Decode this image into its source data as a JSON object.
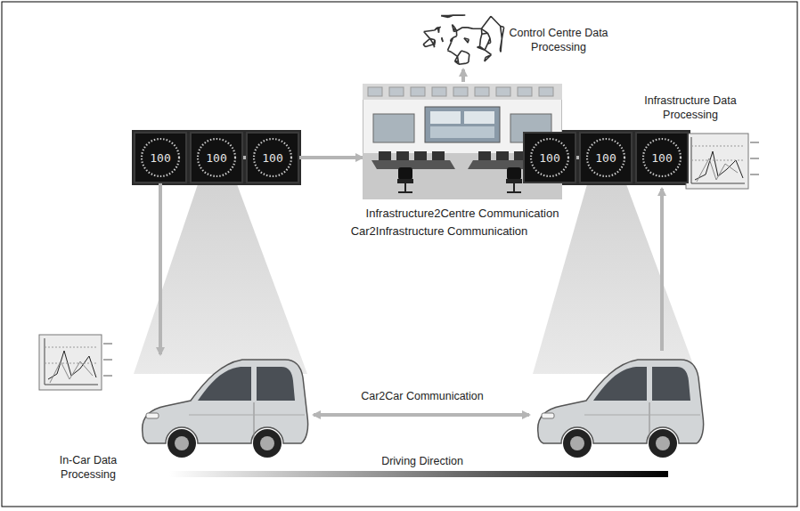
{
  "diagram": {
    "nodes": [
      {
        "text": [
          "Infrastructure2Centre Communication"
        ]
      },
      {
        "text": [
          "100"
        ]
      },
      {
        "text": [
          "100"
        ]
      },
      {
        "text": [
          "100"
        ]
      },
      {
        "text": [
          "100"
        ]
      },
      {
        "text": [
          "100"
        ]
      },
      {
        "text": [
          "100"
        ]
      },
      {
        "text": [
          "In-Car Data Processing"
        ]
      }
    ],
    "edges": [
      {
        "from": 2,
        "to": 0,
        "arrow": "to"
      },
      {
        "from": 5,
        "to": 0,
        "arrow": "to"
      },
      {
        "from": 1,
        "to": 7,
        "arrow": "to"
      }
    ],
    "labels": [
      "Control Centre Data Processing",
      "Infrastructure Data Processing",
      "Car2Infrastructure Communication",
      "Car2Car Communication",
      "Driving Direction"
    ]
  }
}
